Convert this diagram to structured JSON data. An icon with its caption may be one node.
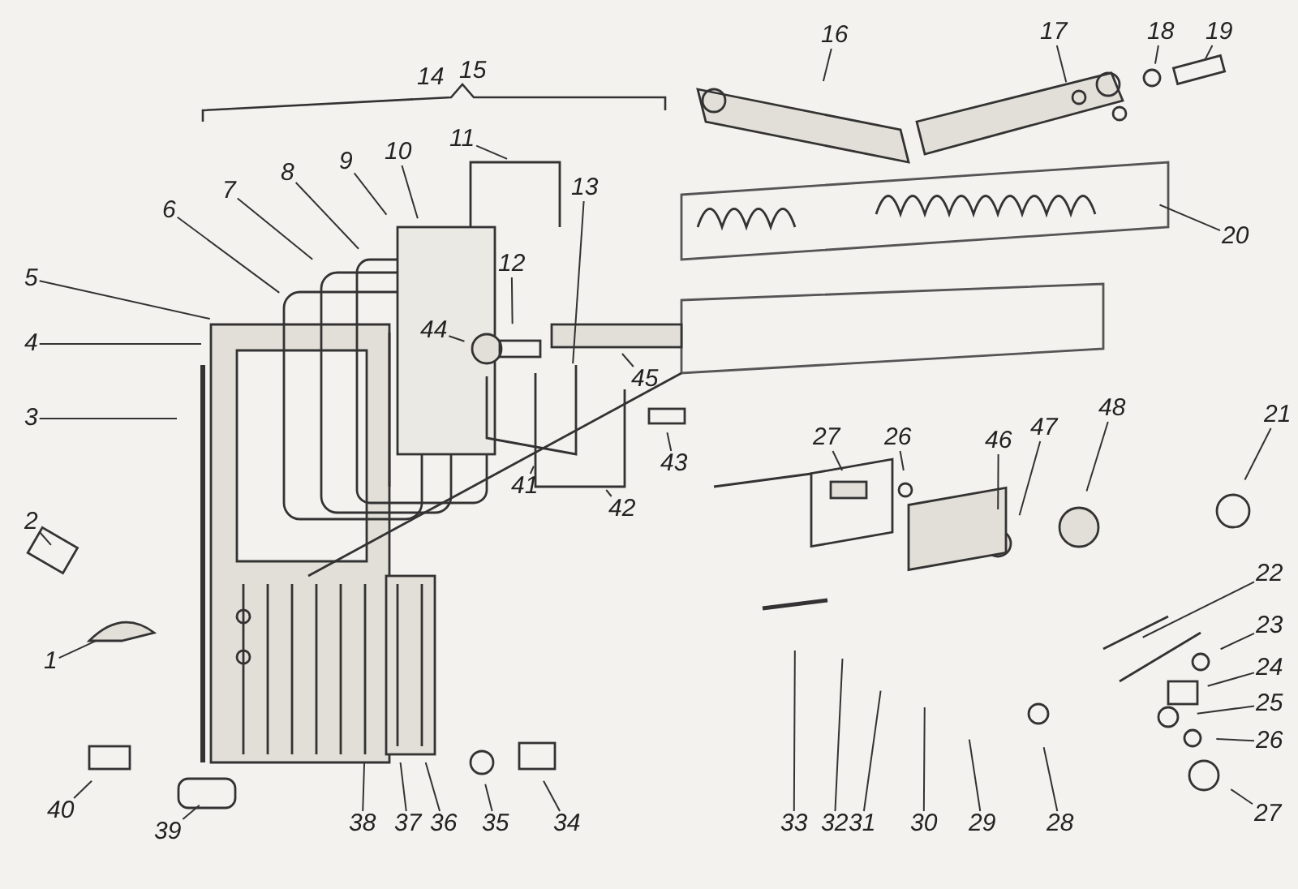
{
  "diagram": {
    "nodes": [
      {
        "text": [
          "16"
        ]
      },
      {
        "text": [
          "17"
        ]
      },
      {
        "text": [
          "18"
        ]
      },
      {
        "text": [
          "19"
        ]
      },
      {
        "text": [
          "11"
        ]
      },
      {
        "text": [
          "10"
        ]
      },
      {
        "text": [
          "9"
        ]
      },
      {
        "text": [
          "8"
        ]
      },
      {
        "text": [
          "7"
        ]
      },
      {
        "text": [
          "6"
        ]
      },
      {
        "text": [
          "13"
        ]
      },
      {
        "text": [
          "20"
        ]
      },
      {
        "text": [
          "12"
        ]
      },
      {
        "text": [
          "5"
        ]
      },
      {
        "text": [
          "4"
        ]
      },
      {
        "text": [
          "3"
        ]
      },
      {
        "text": [
          "48"
        ]
      },
      {
        "text": [
          "21"
        ]
      },
      {
        "text": [
          "47"
        ]
      },
      {
        "text": [
          "46"
        ]
      },
      {
        "text": [
          "26"
        ]
      },
      {
        "text": [
          "27"
        ]
      },
      {
        "text": [
          "44"
        ]
      },
      {
        "text": [
          "45"
        ]
      },
      {
        "text": [
          "43"
        ]
      },
      {
        "text": [
          "42"
        ]
      },
      {
        "text": [
          "41"
        ]
      },
      {
        "text": [
          "2"
        ]
      },
      {
        "text": [
          "22"
        ]
      },
      {
        "text": [
          "23"
        ]
      },
      {
        "text": [
          "1"
        ]
      },
      {
        "text": [
          "24"
        ]
      },
      {
        "text": [
          "25"
        ]
      },
      {
        "text": [
          "26"
        ]
      },
      {
        "text": [
          "40"
        ]
      },
      {
        "text": [
          "27"
        ]
      },
      {
        "text": [
          "38"
        ]
      },
      {
        "text": [
          "37"
        ]
      },
      {
        "text": [
          "36"
        ]
      },
      {
        "text": [
          "35"
        ]
      },
      {
        "text": [
          "34"
        ]
      },
      {
        "text": [
          "33"
        ]
      },
      {
        "text": [
          "32"
        ]
      },
      {
        "text": [
          "31"
        ]
      },
      {
        "text": [
          "30"
        ]
      },
      {
        "text": [
          "29"
        ]
      },
      {
        "text": [
          "28"
        ]
      },
      {
        "text": [
          "39"
        ]
      }
    ],
    "edges": [
      {
        "from": 0,
        "to": null,
        "arrow": "none"
      },
      {
        "from": 1,
        "to": null,
        "arrow": "none"
      },
      {
        "from": 2,
        "to": null,
        "arrow": "none"
      },
      {
        "from": 3,
        "to": null,
        "arrow": "none"
      },
      {
        "from": 4,
        "to": null,
        "arrow": "none"
      },
      {
        "from": 5,
        "to": null,
        "arrow": "none"
      },
      {
        "from": 6,
        "to": null,
        "arrow": "none"
      },
      {
        "from": 7,
        "to": null,
        "arrow": "none"
      },
      {
        "from": 8,
        "to": null,
        "arrow": "none"
      },
      {
        "from": 9,
        "to": null,
        "arrow": "none"
      },
      {
        "from": 10,
        "to": null,
        "arrow": "none"
      },
      {
        "from": 11,
        "to": null,
        "arrow": "none"
      },
      {
        "from": 12,
        "to": null,
        "arrow": "none"
      },
      {
        "from": 13,
        "to": null,
        "arrow": "none"
      },
      {
        "from": 14,
        "to": null,
        "arrow": "none"
      },
      {
        "from": 15,
        "to": null,
        "arrow": "none"
      },
      {
        "from": 16,
        "to": null,
        "arrow": "none"
      },
      {
        "from": 17,
        "to": null,
        "arrow": "none"
      },
      {
        "from": 18,
        "to": null,
        "arrow": "none"
      },
      {
        "from": 19,
        "to": null,
        "arrow": "none"
      },
      {
        "from": 20,
        "to": null,
        "arrow": "none"
      },
      {
        "from": 21,
        "to": null,
        "arrow": "none"
      },
      {
        "from": 22,
        "to": null,
        "arrow": "none"
      },
      {
        "from": 23,
        "to": null,
        "arrow": "none"
      },
      {
        "from": 24,
        "to": null,
        "arrow": "none"
      },
      {
        "from": 25,
        "to": null,
        "arrow": "none"
      },
      {
        "from": 26,
        "to": null,
        "arrow": "none"
      },
      {
        "from": 27,
        "to": null,
        "arrow": "none"
      },
      {
        "from": 28,
        "to": null,
        "arrow": "none"
      },
      {
        "from": 29,
        "to": null,
        "arrow": "none"
      },
      {
        "from": 30,
        "to": null,
        "arrow": "none"
      },
      {
        "from": 31,
        "to": null,
        "arrow": "none"
      },
      {
        "from": 32,
        "to": null,
        "arrow": "none"
      },
      {
        "from": 33,
        "to": null,
        "arrow": "none"
      },
      {
        "from": 34,
        "to": null,
        "arrow": "none"
      },
      {
        "from": 35,
        "to": null,
        "arrow": "none"
      },
      {
        "from": 36,
        "to": null,
        "arrow": "none"
      },
      {
        "from": 37,
        "to": null,
        "arrow": "none"
      },
      {
        "from": 38,
        "to": null,
        "arrow": "none"
      },
      {
        "from": 39,
        "to": null,
        "arrow": "none"
      },
      {
        "from": 40,
        "to": null,
        "arrow": "none"
      },
      {
        "from": 41,
        "to": null,
        "arrow": "none"
      },
      {
        "from": 42,
        "to": null,
        "arrow": "none"
      },
      {
        "from": 43,
        "to": null,
        "arrow": "none"
      },
      {
        "from": 44,
        "to": null,
        "arrow": "none"
      },
      {
        "from": 45,
        "to": null,
        "arrow": "none"
      },
      {
        "from": 46,
        "to": null,
        "arrow": "none"
      },
      {
        "from": 47,
        "to": null,
        "arrow": "none"
      }
    ],
    "labels": [
      "14",
      "15"
    ]
  }
}
